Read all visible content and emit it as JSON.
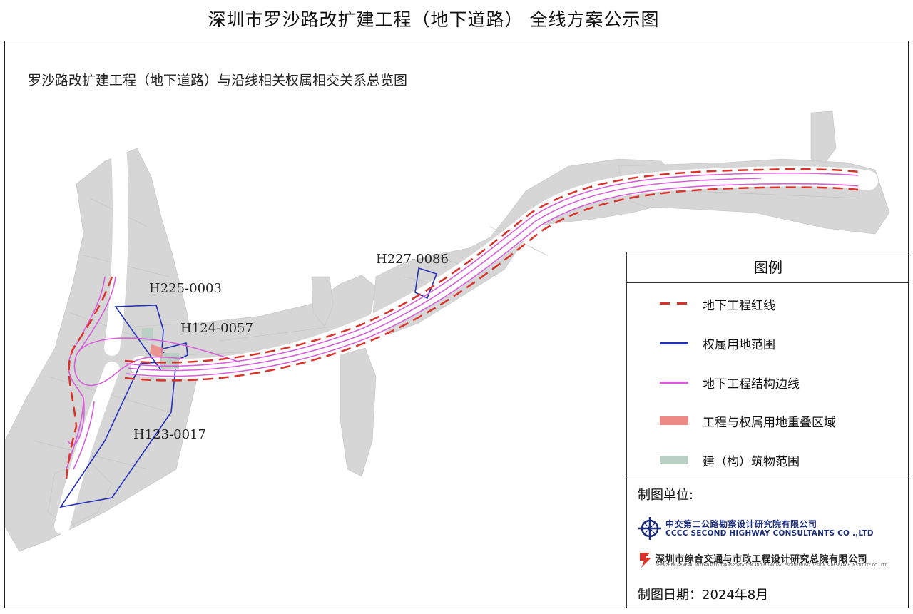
{
  "title": "深圳市罗沙路改扩建工程（地下道路） 全线方案公示图",
  "map": {
    "subtitle": "罗沙路改扩建工程（地下道路）与沿线相关权属相交关系总览图",
    "parcels": [
      "H225-0003",
      "H124-0057",
      "H123-0017",
      "H227-0086"
    ]
  },
  "legend": {
    "title": "图例",
    "items": [
      {
        "label": "地下工程红线",
        "color": "#d8322b"
      },
      {
        "label": "权属用地范围",
        "color": "#2331b8"
      },
      {
        "label": "地下工程结构边线",
        "color": "#d65fd9"
      },
      {
        "label": "工程与权属用地重叠区域",
        "color": "#ee8a86"
      },
      {
        "label": "建（构）筑物范围",
        "color": "#b9cfc3"
      }
    ],
    "org_header": "制图单位:",
    "org1_cn": "中交第二公路勘察设计研究院有限公司",
    "org1_en": "CCCC SECOND HIGHWAY CONSULTANTS CO .,LTD",
    "org2_cn": "深圳市综合交通与市政工程设计研究总院有限公司",
    "org2_en": "SHENZHEN GENERAL INTEGRATED TRANSPORTATION AND MUNICIPAL ENGINEERING DESIGN & RESEARCH INSTITUTE CO., LTD",
    "date": "制图日期：2024年8月"
  }
}
